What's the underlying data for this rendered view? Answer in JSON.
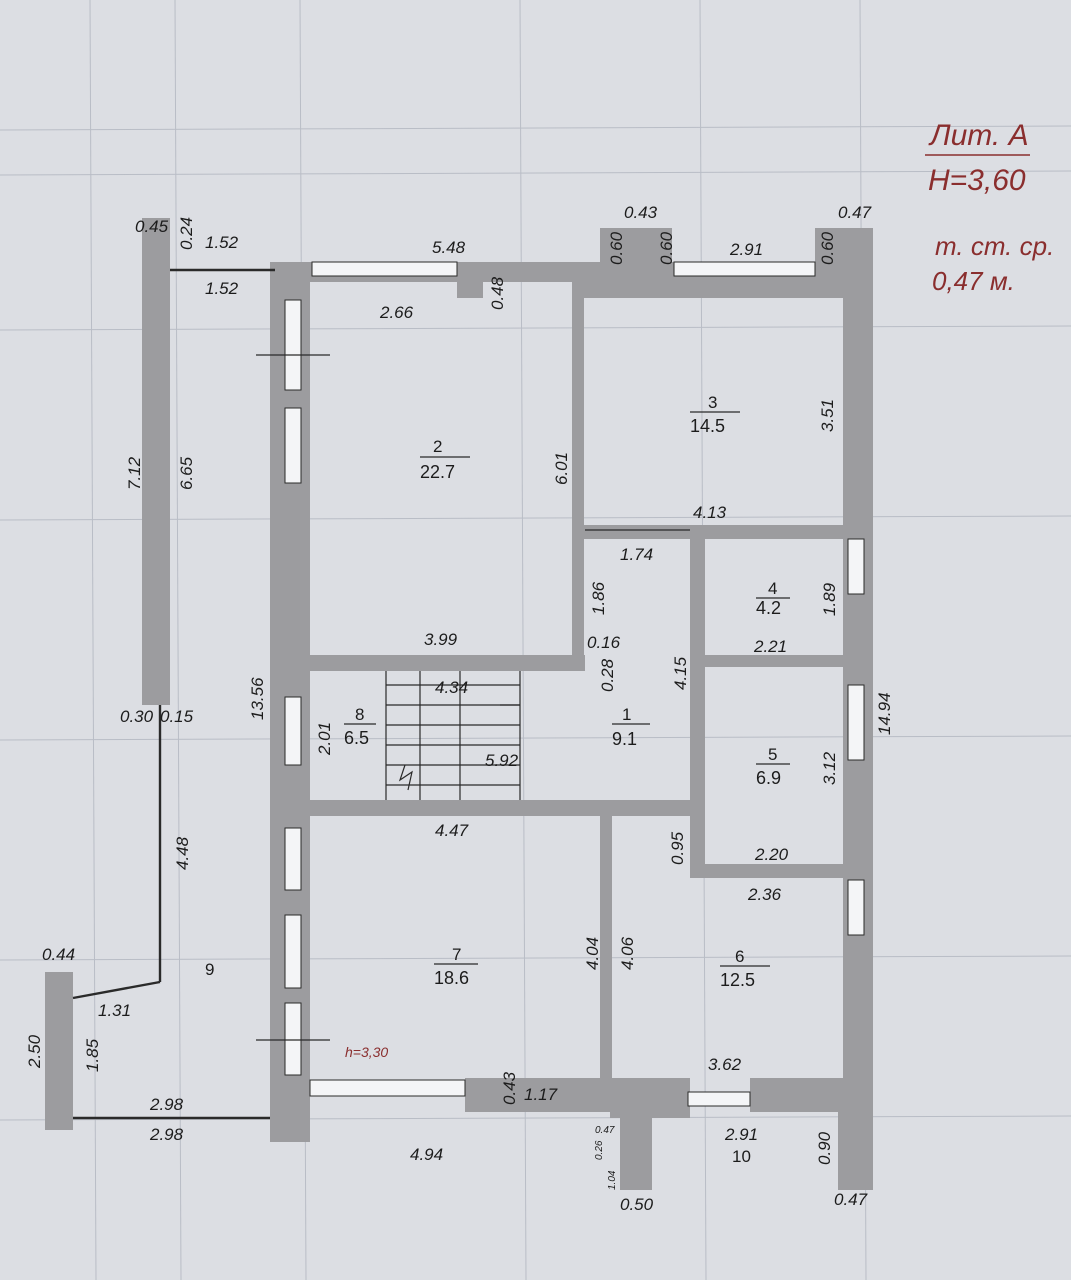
{
  "header": {
    "lit_title": "Лит. А",
    "height_label": "Н=3,60",
    "wall_note_line1": "т. ст. ср.",
    "wall_note_line2": "0,47 м."
  },
  "rooms": [
    {
      "number": "1",
      "area": "9.1"
    },
    {
      "number": "2",
      "area": "22.7"
    },
    {
      "number": "3",
      "area": "14.5"
    },
    {
      "number": "4",
      "area": "4.2"
    },
    {
      "number": "5",
      "area": "6.9"
    },
    {
      "number": "6",
      "area": "12.5"
    },
    {
      "number": "7",
      "area": "18.6"
    },
    {
      "number": "8",
      "area": "6.5"
    },
    {
      "number": "9"
    },
    {
      "number": "10"
    }
  ],
  "ceiling_note": "h=3,30",
  "dimensions": [
    "0.45",
    "0.24",
    "1.52",
    "1.52",
    "5.48",
    "0.48",
    "2.66",
    "0.43",
    "0.60",
    "0.60",
    "2.91",
    "0.60",
    "0.47",
    "7.12",
    "6.65",
    "6.01",
    "3.51",
    "4.13",
    "1.74",
    "1.86",
    "1.89",
    "3.99",
    "0.16",
    "0.28",
    "4.15",
    "2.21",
    "14.94",
    "13.56",
    "4.34",
    "2.01",
    "5.92",
    "3.12",
    "0.30",
    "0.15",
    "4.47",
    "0.95",
    "2.20",
    "2.36",
    "4.48",
    "4.04",
    "4.06",
    "0.44",
    "1.31",
    "2.50",
    "1.85",
    "3.62",
    "0.43",
    "1.17",
    "2.98",
    "2.98",
    "4.94",
    "0.47",
    "0.26",
    "1.04",
    "2.91",
    "0.90",
    "0.50",
    "0.47"
  ]
}
